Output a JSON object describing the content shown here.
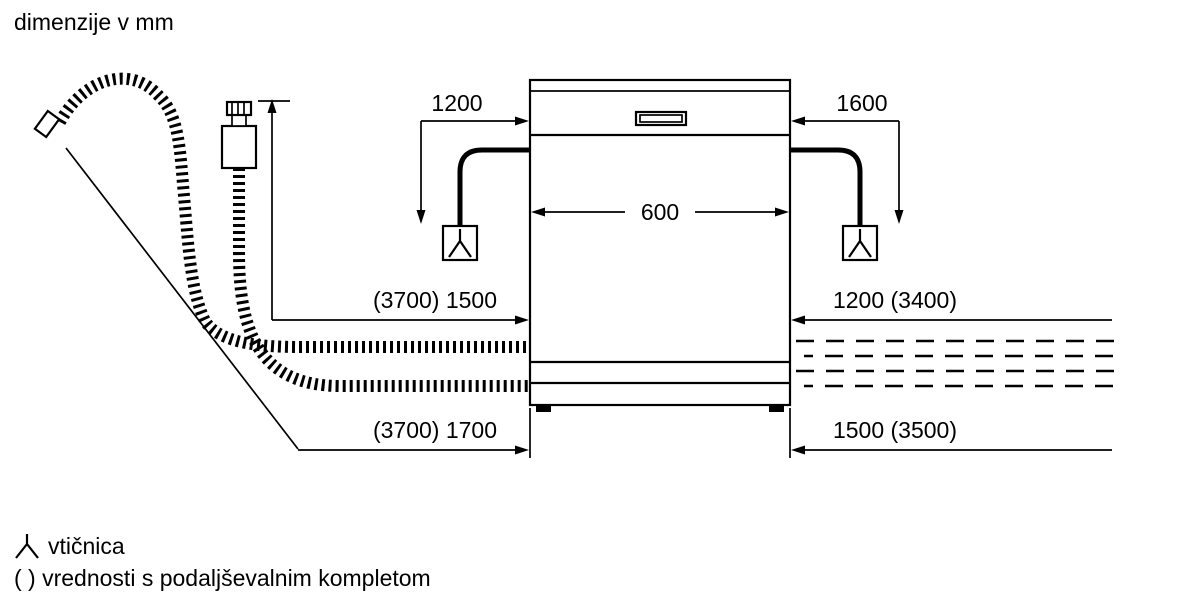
{
  "title": "dimenzije v mm",
  "colors": {
    "line": "#000000",
    "background": "#ffffff"
  },
  "dimensions": {
    "power_cord_left": "1200",
    "power_cord_right": "1600",
    "appliance_width": "600",
    "inlet_hose_left": "(3700) 1500",
    "inlet_hose_right": "1200 (3400)",
    "drain_hose_left": "(3700) 1700",
    "drain_hose_right": "1500 (3500)"
  },
  "legend": {
    "socket_label": "vtičnica",
    "extension_note": "( ) vrednosti s podaljševalnim kompletom"
  }
}
